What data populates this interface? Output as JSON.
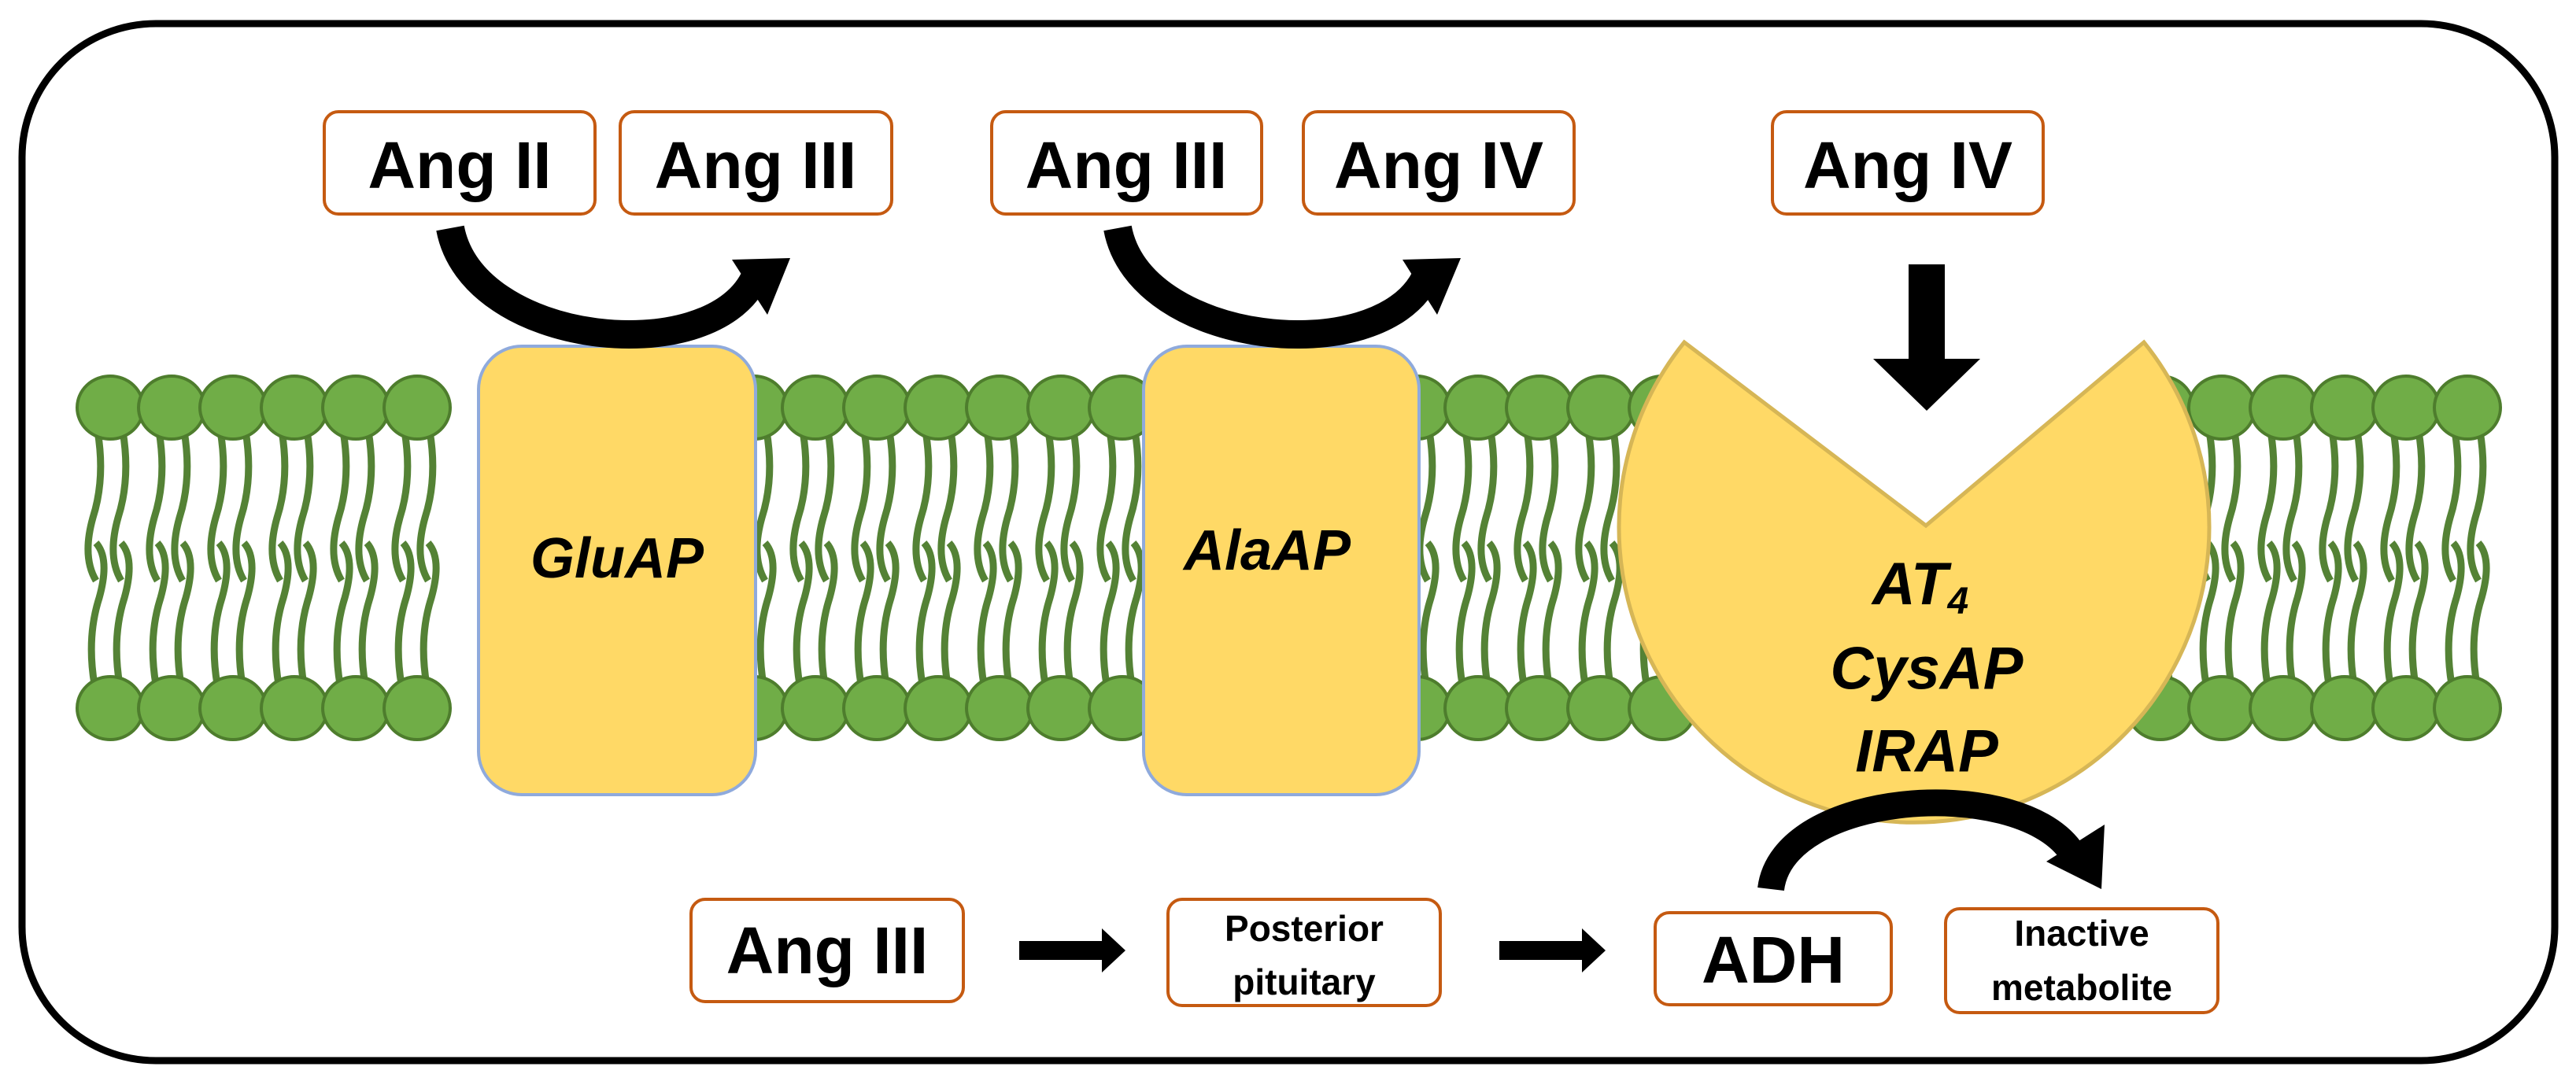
{
  "colors": {
    "frame": "#000000",
    "head_fill": "#70ad47",
    "head_stroke": "#4e7d2d",
    "tail": "#548235",
    "enzyme_fill": "#ffd966",
    "enzyme_stroke_blue": "#8faadc",
    "enzyme_stroke_gold": "#d6b656",
    "box_border": "#c55a11",
    "arrow": "#000000"
  },
  "top_boxes": {
    "ang_ii": "Ang II",
    "ang_iii_a": "Ang III",
    "ang_iii_b": "Ang III",
    "ang_iv_a": "Ang IV",
    "ang_iv_b": "Ang IV"
  },
  "enzymes": {
    "gluap": "GluAP",
    "alaap": "AlaAP",
    "at4_main": "AT",
    "at4_sub": "4",
    "cysap": "CysAP",
    "irap": "IRAP"
  },
  "bottom_boxes": {
    "ang_iii": "Ang III",
    "posterior_line1": "Posterior",
    "posterior_line2": "pituitary",
    "adh": "ADH",
    "inactive_line1": "Inactive",
    "inactive_line2": "metabolite"
  },
  "icons": {
    "curved_arrow": "curved-arrow-icon",
    "down_arrow": "down-arrow-icon",
    "right_arrow": "right-arrow-icon"
  }
}
